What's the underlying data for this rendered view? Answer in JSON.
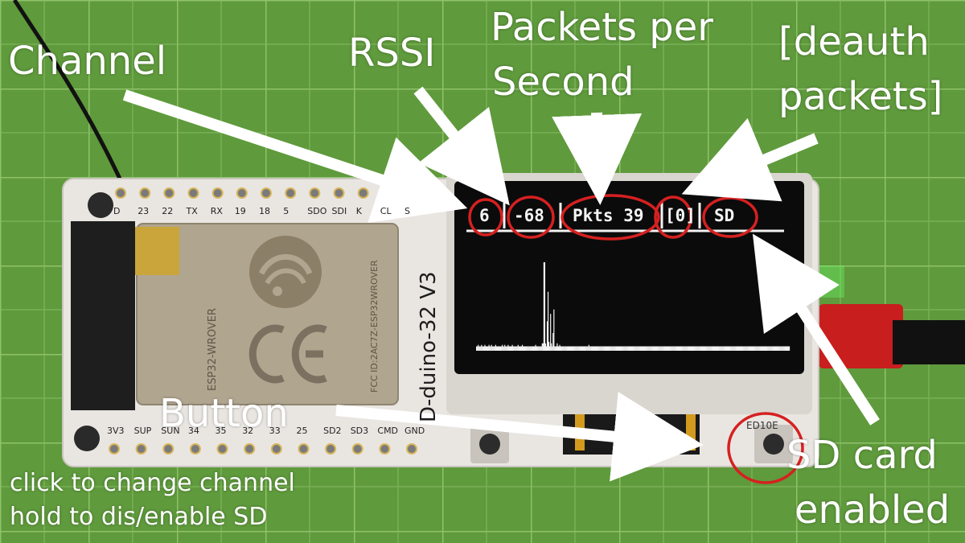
{
  "annotations": {
    "channel": "Channel",
    "rssi": "RSSI",
    "packets_per_second": [
      "Packets per",
      "Second"
    ],
    "deauth_packets": [
      "[deauth",
      "packets]"
    ],
    "button": "Button",
    "button_help": [
      "click to change channel",
      "hold to dis/enable SD"
    ],
    "sd_card": [
      "SD card",
      "enabled"
    ]
  },
  "oled": {
    "channel_value": "6",
    "rssi_value": "-68",
    "pkts_label": "Pkts 39",
    "deauth_value": "0",
    "sd_value": "SD",
    "bars": [
      3,
      3,
      4,
      3,
      3,
      3,
      4,
      3,
      3,
      3,
      4,
      3,
      3,
      3,
      3,
      4,
      3,
      3,
      4,
      3,
      3,
      3,
      3,
      4,
      3,
      3,
      3,
      3,
      3,
      3,
      3,
      4,
      3,
      3,
      4,
      3,
      3,
      3,
      4,
      3,
      3,
      3,
      3,
      4,
      3,
      3,
      3,
      3,
      3,
      3,
      4,
      3,
      3,
      3,
      3,
      4,
      3,
      3,
      3,
      3,
      3,
      3,
      3,
      3,
      3,
      3,
      3,
      3,
      3,
      3,
      3,
      4,
      3,
      3,
      3,
      3,
      3,
      3,
      3,
      5,
      5,
      60,
      60,
      5,
      3,
      20,
      40,
      6,
      3,
      25,
      5,
      3,
      12,
      28,
      3,
      3,
      3,
      5,
      3,
      3,
      4,
      3,
      3,
      3,
      3,
      3,
      3,
      3,
      3,
      3,
      3,
      3,
      3,
      3,
      3,
      3,
      3,
      3,
      3,
      3,
      3,
      3,
      3,
      3,
      3,
      3,
      3,
      3,
      3,
      3,
      3,
      3,
      3,
      3,
      3,
      4,
      3,
      3,
      3,
      3,
      3,
      3,
      3,
      3,
      3,
      3,
      3,
      3,
      3,
      3,
      3,
      3,
      3,
      3,
      3,
      3,
      3,
      3,
      3,
      3,
      3,
      3,
      3,
      3,
      3,
      3,
      3,
      3,
      3,
      3,
      3,
      3,
      3,
      3,
      3,
      3,
      3,
      3,
      3,
      3,
      3,
      3,
      3,
      3,
      3,
      3,
      3,
      3,
      3,
      3,
      3,
      3,
      3,
      3,
      3,
      3,
      3,
      3,
      3,
      3,
      3,
      3,
      3,
      3,
      3,
      3,
      3,
      3,
      3,
      3,
      3,
      3,
      3,
      3,
      3,
      3,
      3,
      3,
      3,
      3,
      3,
      3,
      3,
      3,
      3,
      3,
      3,
      3,
      3,
      3,
      3,
      3,
      3,
      3,
      3,
      3,
      3,
      3,
      3,
      3,
      3,
      3,
      3,
      3,
      3,
      3,
      3,
      3,
      3,
      3,
      3,
      3,
      3,
      3,
      3,
      3,
      3,
      3,
      3,
      3,
      3,
      3,
      3,
      3,
      3,
      3,
      3,
      3,
      3,
      3,
      3,
      3,
      3,
      3,
      3,
      3,
      3,
      3,
      3,
      3,
      3,
      3,
      3,
      3,
      3,
      3,
      3,
      3,
      3,
      3,
      3,
      3,
      3,
      3,
      3,
      3,
      3,
      3,
      3,
      3,
      3,
      3,
      3,
      3,
      3,
      3,
      3,
      3,
      3,
      3,
      3,
      3,
      3,
      3,
      3,
      3,
      3,
      3,
      3,
      3,
      3,
      3,
      3,
      3,
      3,
      3,
      3,
      3,
      3,
      3,
      3,
      3,
      3,
      3,
      3,
      3,
      3,
      3,
      3,
      3,
      3,
      3,
      3,
      3,
      3,
      3,
      3,
      3,
      3,
      3,
      3,
      3,
      3,
      3,
      3,
      3,
      3,
      3,
      3,
      3,
      3,
      3,
      3,
      3,
      3,
      3,
      3,
      3,
      3,
      3,
      3,
      3,
      3,
      3,
      3,
      3,
      3
    ]
  },
  "board": {
    "model": "D-duino-32 V3",
    "module_name": "ESP32-WROVER",
    "fcc_text": "FCC ID:2AC7Z-ESP32WROVER",
    "button_code": "ED10E",
    "top_pins": [
      "D",
      "23",
      "22",
      "TX",
      "RX",
      "19",
      "18",
      "5",
      "SDO",
      "SDI",
      "K",
      "CL",
      "S"
    ],
    "bottom_pins": [
      "3V3",
      "SUP",
      "SUN",
      "34",
      "35",
      "32",
      "33",
      "25",
      "SD2",
      "SD3",
      "CMD",
      "GND"
    ]
  },
  "colors": {
    "mat": "#5f9a3c",
    "board": "#e9e6e2",
    "screen": "#0b0b0b",
    "circle": "#d62020",
    "arrow": "#ffffff"
  }
}
